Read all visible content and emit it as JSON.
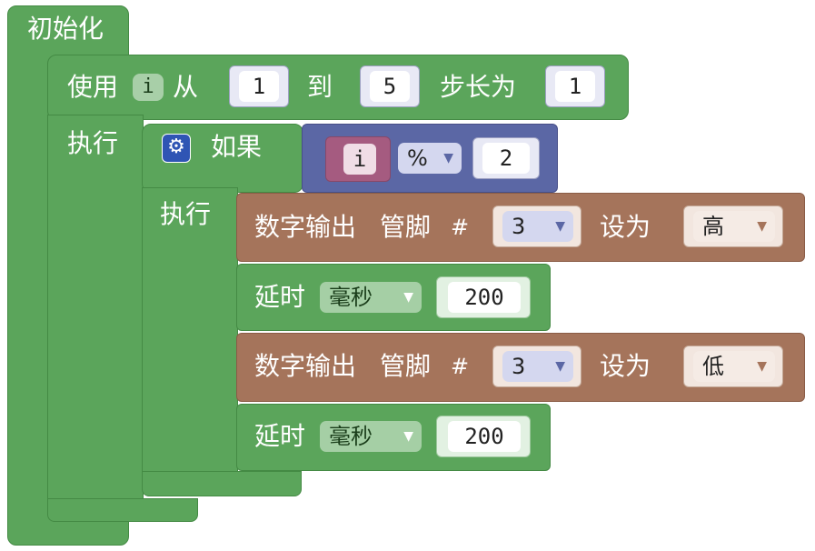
{
  "init_block": {
    "label": "初始化"
  },
  "for_loop": {
    "use_label": "使用",
    "variable": "i",
    "from_label": "从",
    "from_value": "1",
    "to_label": "到",
    "to_value": "5",
    "step_label": "步长为",
    "step_value": "1",
    "do_label": "执行"
  },
  "if_block": {
    "if_label": "如果",
    "do_label": "执行",
    "condition": {
      "variable": "i",
      "operator": "%",
      "operand": "2"
    }
  },
  "statements": [
    {
      "type": "digital_write",
      "label": "数字输出",
      "pin_label": "管脚",
      "hash": "#",
      "pin": "3",
      "set_label": "设为",
      "value": "高"
    },
    {
      "type": "delay",
      "label": "延时",
      "unit": "毫秒",
      "value": "200"
    },
    {
      "type": "digital_write",
      "label": "数字输出",
      "pin_label": "管脚",
      "hash": "#",
      "pin": "3",
      "set_label": "设为",
      "value": "低"
    },
    {
      "type": "delay",
      "label": "延时",
      "unit": "毫秒",
      "value": "200"
    }
  ],
  "colors": {
    "loop_green": "#5ba55b",
    "logic_blue": "#5b67a5",
    "io_brown": "#a5745b",
    "math_pink": "#a55b80"
  },
  "icons": {
    "dropdown": "▼",
    "gear": "⚙"
  }
}
